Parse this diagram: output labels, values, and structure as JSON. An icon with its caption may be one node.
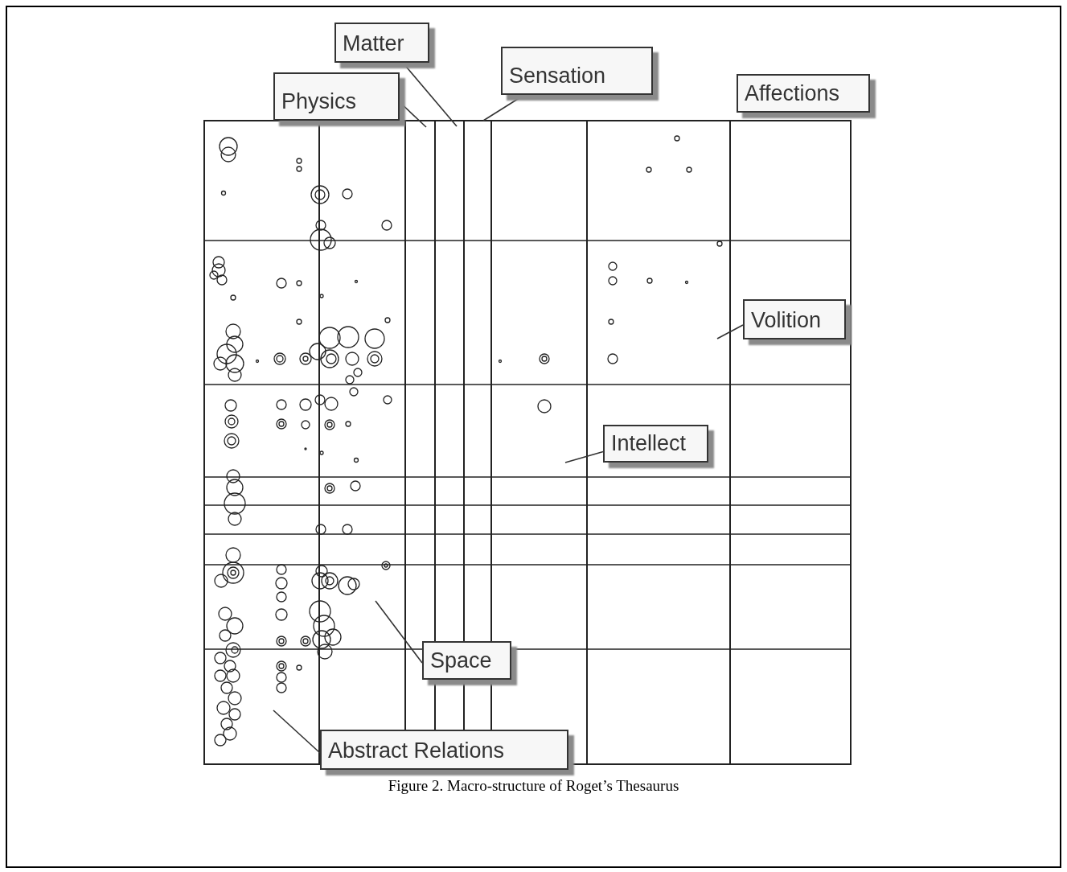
{
  "diagram": {
    "caption": "Figure 2. Macro-structure of Roget’s Thesaurus",
    "nodes": [
      {
        "text": [
          "Matter"
        ]
      },
      {
        "text": [
          "Sensation"
        ]
      },
      {
        "text": [
          "Physics"
        ]
      },
      {
        "text": [
          "Affections"
        ]
      },
      {
        "text": [
          "Volition"
        ]
      },
      {
        "text": [
          "Intellect"
        ]
      },
      {
        "text": [
          "Space"
        ]
      },
      {
        "text": [
          "Abstract Relations"
        ]
      }
    ],
    "edges": [
      {
        "from": 2,
        "to": null,
        "arrow": "none"
      },
      {
        "from": 0,
        "to": null,
        "arrow": "none"
      },
      {
        "from": 1,
        "to": null,
        "arrow": "none"
      },
      {
        "from": 4,
        "to": null,
        "arrow": "none"
      },
      {
        "from": 5,
        "to": null,
        "arrow": "none"
      },
      {
        "from": 6,
        "to": null,
        "arrow": "none"
      },
      {
        "from": 7,
        "to": null,
        "arrow": "none"
      }
    ]
  }
}
